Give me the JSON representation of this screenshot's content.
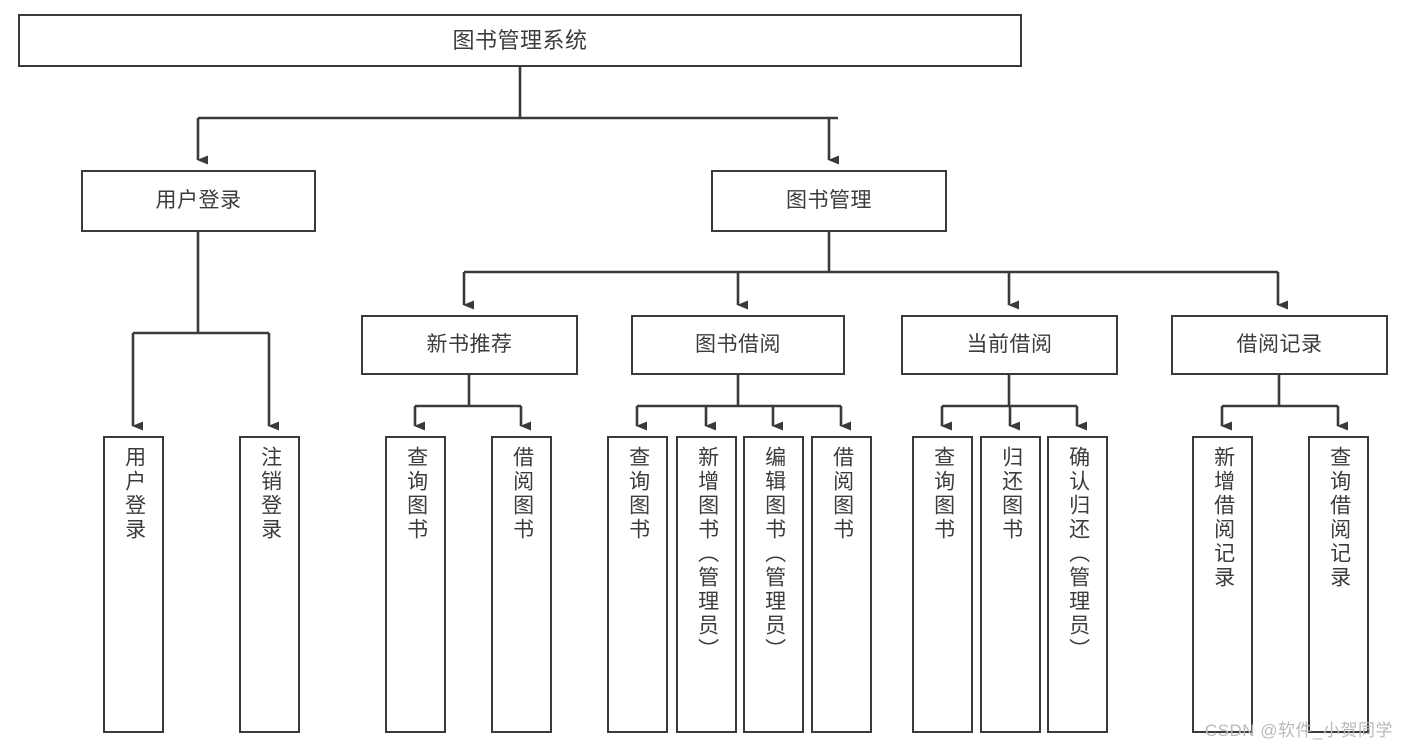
{
  "diagram": {
    "kind": "tree-diagram",
    "title": "图书管理系统",
    "background_color": "#ffffff",
    "line_color": "#3a3a3a",
    "text_color": "#3c3c3c",
    "watermark": "CSDN @软件_小贺同学",
    "levels": [
      {
        "level": 1,
        "nodes": [
          {
            "id": "root",
            "label": "图书管理系统",
            "orientation": "horizontal"
          }
        ]
      },
      {
        "level": 2,
        "nodes": [
          {
            "id": "user-login",
            "label": "用户登录",
            "orientation": "horizontal"
          },
          {
            "id": "book-manage",
            "label": "图书管理",
            "orientation": "horizontal"
          }
        ]
      },
      {
        "level": 3,
        "nodes": [
          {
            "id": "new-book-recommend",
            "label": "新书推荐",
            "orientation": "horizontal"
          },
          {
            "id": "book-borrow",
            "label": "图书借阅",
            "orientation": "horizontal"
          },
          {
            "id": "current-borrow",
            "label": "当前借阅",
            "orientation": "horizontal"
          },
          {
            "id": "borrow-record",
            "label": "借阅记录",
            "orientation": "horizontal"
          }
        ]
      },
      {
        "level": 4,
        "nodes": [
          {
            "id": "leaf-user-login",
            "label": "用户登录",
            "orientation": "vertical",
            "parent": "user-login"
          },
          {
            "id": "leaf-user-logout",
            "label": "注销登录",
            "orientation": "vertical",
            "parent": "user-login"
          },
          {
            "id": "leaf-query-book-1",
            "label": "查询图书",
            "orientation": "vertical",
            "parent": "new-book-recommend"
          },
          {
            "id": "leaf-borrow-book-1",
            "label": "借阅图书",
            "orientation": "vertical",
            "parent": "new-book-recommend"
          },
          {
            "id": "leaf-query-book-2",
            "label": "查询图书",
            "orientation": "vertical",
            "parent": "book-borrow"
          },
          {
            "id": "leaf-add-book",
            "label": "新增图书（管理员）",
            "orientation": "vertical",
            "parent": "book-borrow"
          },
          {
            "id": "leaf-edit-book",
            "label": "编辑图书（管理员）",
            "orientation": "vertical",
            "parent": "book-borrow"
          },
          {
            "id": "leaf-borrow-book-2",
            "label": "借阅图书",
            "orientation": "vertical",
            "parent": "book-borrow"
          },
          {
            "id": "leaf-query-book-3",
            "label": "查询图书",
            "orientation": "vertical",
            "parent": "current-borrow"
          },
          {
            "id": "leaf-return-book",
            "label": "归还图书",
            "orientation": "vertical",
            "parent": "current-borrow"
          },
          {
            "id": "leaf-confirm-return",
            "label": "确认归还（管理员）",
            "orientation": "vertical",
            "parent": "current-borrow"
          },
          {
            "id": "leaf-add-record",
            "label": "新增借阅记录",
            "orientation": "vertical",
            "parent": "borrow-record"
          },
          {
            "id": "leaf-query-record",
            "label": "查询借阅记录",
            "orientation": "vertical",
            "parent": "borrow-record"
          }
        ]
      }
    ]
  }
}
